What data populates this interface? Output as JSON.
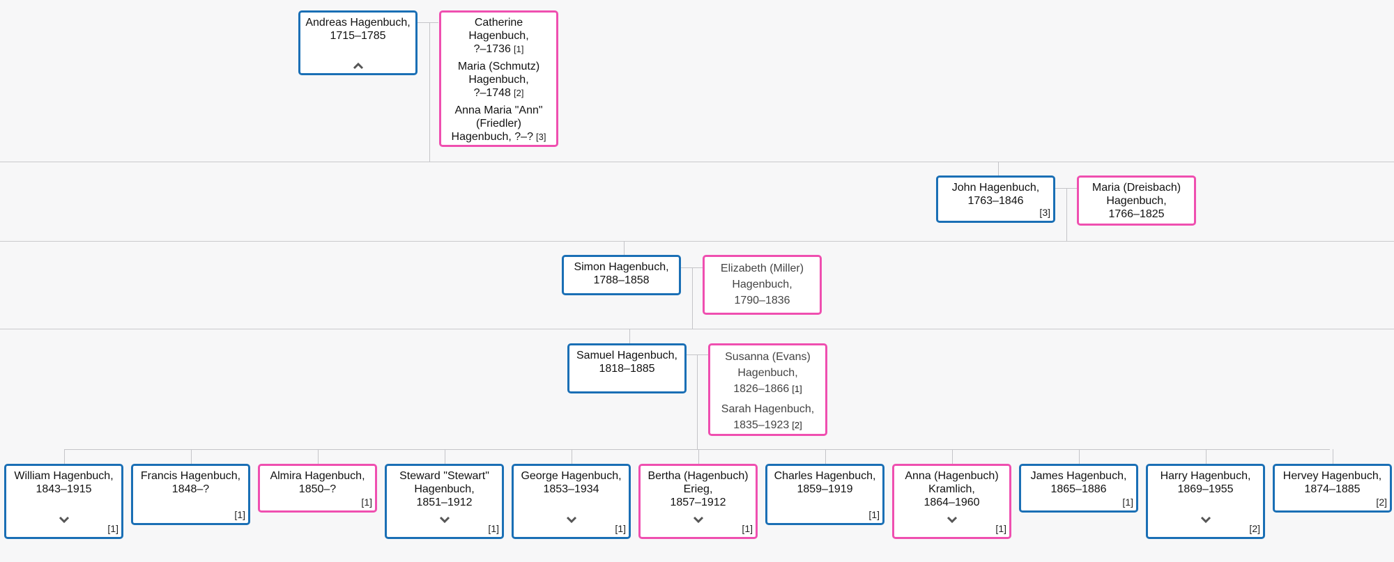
{
  "gen1": {
    "person": {
      "name": "Andreas Hagenbuch,",
      "dates": "1715–1785",
      "icon": "chevron-up-icon"
    },
    "spouses": [
      {
        "name": "Catherine Hagenbuch,",
        "dates": "?–1736",
        "num": "1"
      },
      {
        "name": "Maria (Schmutz) Hagenbuch,",
        "dates": "?–1748",
        "num": "2"
      },
      {
        "name": "Anna Maria \"Ann\" (Friedler) Hagenbuch,",
        "dates": "?–?",
        "num": "3"
      }
    ]
  },
  "gen2": {
    "person": {
      "name": "John Hagenbuch,",
      "dates": "1763–1846",
      "num": "3"
    },
    "spouse": {
      "name": "Maria (Dreisbach) Hagenbuch,",
      "dates": "1766–1825"
    }
  },
  "gen3": {
    "person": {
      "name": "Simon Hagenbuch,",
      "dates": "1788–1858"
    },
    "spouse": {
      "name": "Elizabeth (Miller) Hagenbuch,",
      "dates": "1790–1836"
    }
  },
  "gen4": {
    "person": {
      "name": "Samuel Hagenbuch,",
      "dates": "1818–1885"
    },
    "spouses": [
      {
        "name": "Susanna (Evans) Hagenbuch,",
        "dates": "1826–1866",
        "num": "1"
      },
      {
        "name": "Sarah Hagenbuch,",
        "dates": "1835–1923",
        "num": "2"
      }
    ]
  },
  "children": [
    {
      "name": "William Hagenbuch,",
      "dates": "1843–1915",
      "num": "1",
      "sex": "male",
      "expand": true
    },
    {
      "name": "Francis Hagenbuch,",
      "dates": "1848–?",
      "num": "1",
      "sex": "male",
      "expand": false
    },
    {
      "name": "Almira Hagenbuch,",
      "dates": "1850–?",
      "num": "1",
      "sex": "female",
      "expand": false
    },
    {
      "name": "Steward \"Stewart\" Hagenbuch,",
      "dates": "1851–1912",
      "num": "1",
      "sex": "male",
      "expand": true
    },
    {
      "name": "George Hagenbuch,",
      "dates": "1853–1934",
      "num": "1",
      "sex": "male",
      "expand": true
    },
    {
      "name": "Bertha (Hagenbuch) Erieg,",
      "dates": "1857–1912",
      "num": "1",
      "sex": "female",
      "expand": true
    },
    {
      "name": "Charles Hagenbuch,",
      "dates": "1859–1919",
      "num": "1",
      "sex": "male",
      "expand": false
    },
    {
      "name": "Anna (Hagenbuch) Kramlich,",
      "dates": "1864–1960",
      "num": "1",
      "sex": "female",
      "expand": true
    },
    {
      "name": "James Hagenbuch,",
      "dates": "1865–1886",
      "num": "1",
      "sex": "male",
      "expand": false
    },
    {
      "name": "Harry Hagenbuch,",
      "dates": "1869–1955",
      "num": "2",
      "sex": "male",
      "expand": true
    },
    {
      "name": "Hervey Hagenbuch,",
      "dates": "1874–1885",
      "num": "2",
      "sex": "male",
      "expand": false
    }
  ],
  "colors": {
    "male": "#1a6fb5",
    "female": "#ef4fb0",
    "line": "#c4c4c8",
    "background": "#f7f7f8"
  }
}
